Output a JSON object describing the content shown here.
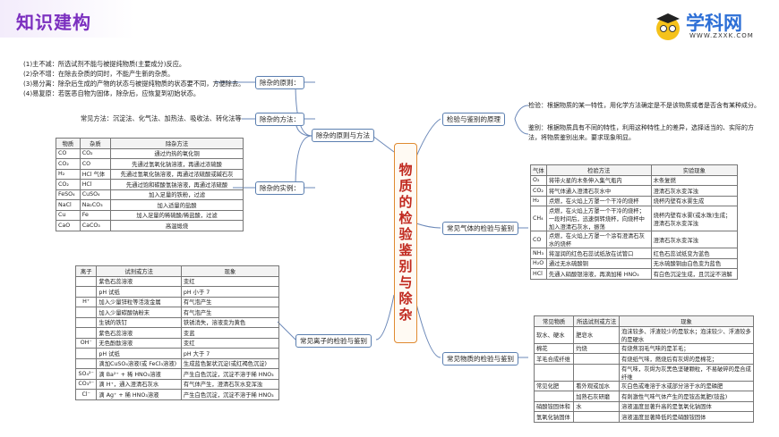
{
  "header": {
    "title": "知识建构",
    "logo_text": "学科网",
    "logo_sub": "WWW.ZXXK.COM"
  },
  "center": "物质的检验鉴别与除杂",
  "principles": [
    "(1)主不减：所选试剂不能与被提纯物质(主要成分)反应。",
    "(2)杂不增：在除去杂质的同时，不能产生新的杂质。",
    "(3)易分离：除杂后生成的产物的状态与被提纯物质的状态要不同，方便除去。",
    "(4)易复原：若医恶自物为固体，除杂后，应恢复到初始状态。"
  ],
  "methods_text": "常见方法：沉淀法、化气法、加热法、吸收法、转化法等",
  "nodes": {
    "principle": "除杂的原则：",
    "method": "除杂的方法：",
    "example": "除杂的实例：",
    "principle_method": "除杂的原则与方法",
    "detect_principle": "检验与鉴别的原理",
    "gas": "常见气体的检验与鉴别",
    "ion": "常见离子的检验与鉴别",
    "substance": "常见物质的检验与鉴别"
  },
  "detect_text": {
    "check": "检验：根据物质的某一特性，用化学方法确定是不是该物质或者是否含有某种成分。",
    "identify1": "鉴别：根据物质具有不同的特性，利用这种特性上的差异，选择适当的、实际的方",
    "identify2": "法，将物质鉴别出来。要求现象明显。"
  },
  "impurity_table": {
    "headers": [
      "物质",
      "杂质",
      "除杂方法"
    ],
    "rows": [
      [
        "CO",
        "CO₂",
        "通过灼热的氧化铜"
      ],
      [
        "CO₂",
        "CO",
        "先通过氢氧化钠溶液，再通过浓硫酸"
      ],
      [
        "H₂",
        "HCl 气体",
        "先通过氢氧化钠溶液，再通过浓硫酸或碱石灰"
      ],
      [
        "CO₂",
        "HCl",
        "先通过饱和碳酸氢钠溶液，再通过浓硫酸"
      ],
      [
        "FeSO₄",
        "CuSO₄",
        "加入足量的铁粉，过滤"
      ],
      [
        "NaCl",
        "Na₂CO₃",
        "加入适量的盐酸"
      ],
      [
        "Cu",
        "Fe",
        "加入足量的稀硫酸/稀盐酸，过滤"
      ],
      [
        "CaO",
        "CaCO₃",
        "高温煅烧"
      ]
    ]
  },
  "gas_table": {
    "headers": [
      "气体",
      "检验方法",
      "实验现象"
    ],
    "rows": [
      [
        "O₂",
        "将带火星的木条伸入集气瓶内",
        "木条复燃"
      ],
      [
        "CO₂",
        "将气体通入澄清石灰水中",
        "澄清石灰水变浑浊"
      ],
      [
        "H₂",
        "点燃，在火焰上方罩一个干冷的烧杯",
        "烧杯内壁有水雾生成"
      ],
      [
        "CH₄",
        "点燃，在火焰上方罩一个干冷的烧杯；一段时间后，迅速倒转烧杯，向烧杯中加入澄清石灰水，振荡",
        "烧杯内壁有水雾(或水珠)生成；澄清石灰水变浑浊"
      ],
      [
        "CO",
        "点燃，在火焰上方罩一个涂有澄清石灰水的烧杯",
        "澄清石灰水变浑浊"
      ],
      [
        "NH₃",
        "将湿润的红色石蕊试纸放在试管口",
        "红色石蕊试纸变为蓝色"
      ],
      [
        "H₂O",
        "通过无水硫酸铜",
        "无水硫酸铜由白色变为蓝色"
      ],
      [
        "HCl",
        "先通入硝酸银溶液，再滴加稀 HNO₃",
        "有白色沉淀生成，且沉淀不溶解"
      ]
    ]
  },
  "ion_table": {
    "headers": [
      "离子",
      "试剂或方法",
      "现象"
    ],
    "rows": [
      [
        "",
        "紫色石蕊溶液",
        "变红"
      ],
      [
        "",
        "pH 试纸",
        "pH 小于 7"
      ],
      [
        "H⁺",
        "加入少量锌粒等活泼金属",
        "有气泡产生"
      ],
      [
        "",
        "加入少量碳酸钠粉末",
        "有气泡产生"
      ],
      [
        "",
        "生锈的铁钉",
        "铁锈消失，溶液变为黄色"
      ],
      [
        "",
        "紫色石蕊溶液",
        "变蓝"
      ],
      [
        "OH⁻",
        "无色酚酞溶液",
        "变红"
      ],
      [
        "",
        "pH 试纸",
        "pH 大于 7"
      ],
      [
        "",
        "滴加CuSO₄溶液(或 FeCl₃溶液)",
        "生成蓝色絮状沉淀(或红褐色沉淀)"
      ],
      [
        "SO₄²⁻",
        "滴 Ba²⁺ + 稀 HNO₃溶液",
        "产生白色沉淀，沉淀不溶于稀 HNO₃"
      ],
      [
        "CO₃²⁻",
        "滴 H⁺，通入澄清石灰水",
        "有气体产生，澄清石灰水变浑浊"
      ],
      [
        "Cl⁻",
        "滴 Ag⁺ + 稀 HNO₃溶液",
        "产生白色沉淀，沉淀不溶于稀 HNO₃"
      ]
    ]
  },
  "substance_table": {
    "headers": [
      "常见物质",
      "所选试剂或方法",
      "现象"
    ],
    "rows": [
      [
        "软水、硬水",
        "肥皂水",
        "泡沫较多、浮渣较少的是软水；泡沫较少、浮渣较多的是硬水"
      ],
      [
        "棉花",
        "灼烧",
        "有烧焦羽毛气味的是羊毛；"
      ],
      [
        "羊毛合成纤维",
        "",
        "有烧纸气味，燃烧后有灰烬的是棉花；"
      ],
      [
        "",
        "",
        "有气味，灰烬为灰黑色坚硬颗粒，不易破碎的是合成纤维"
      ],
      [
        "常见化肥",
        "看外观或加水",
        "灰白色或难溶于水或部分溶于水的是磷肥"
      ],
      [
        "",
        "加熟石灰研磨",
        "有刺激性气味气体产生的是铵态氮肥(铵盐)"
      ],
      [
        "硝酸铵固体和",
        "水",
        "溶液温度显著升高的是氢氧化钠固体"
      ],
      [
        "氢氧化钠固体",
        "",
        "溶液温度显著降低的是硝酸铵固体"
      ]
    ]
  }
}
